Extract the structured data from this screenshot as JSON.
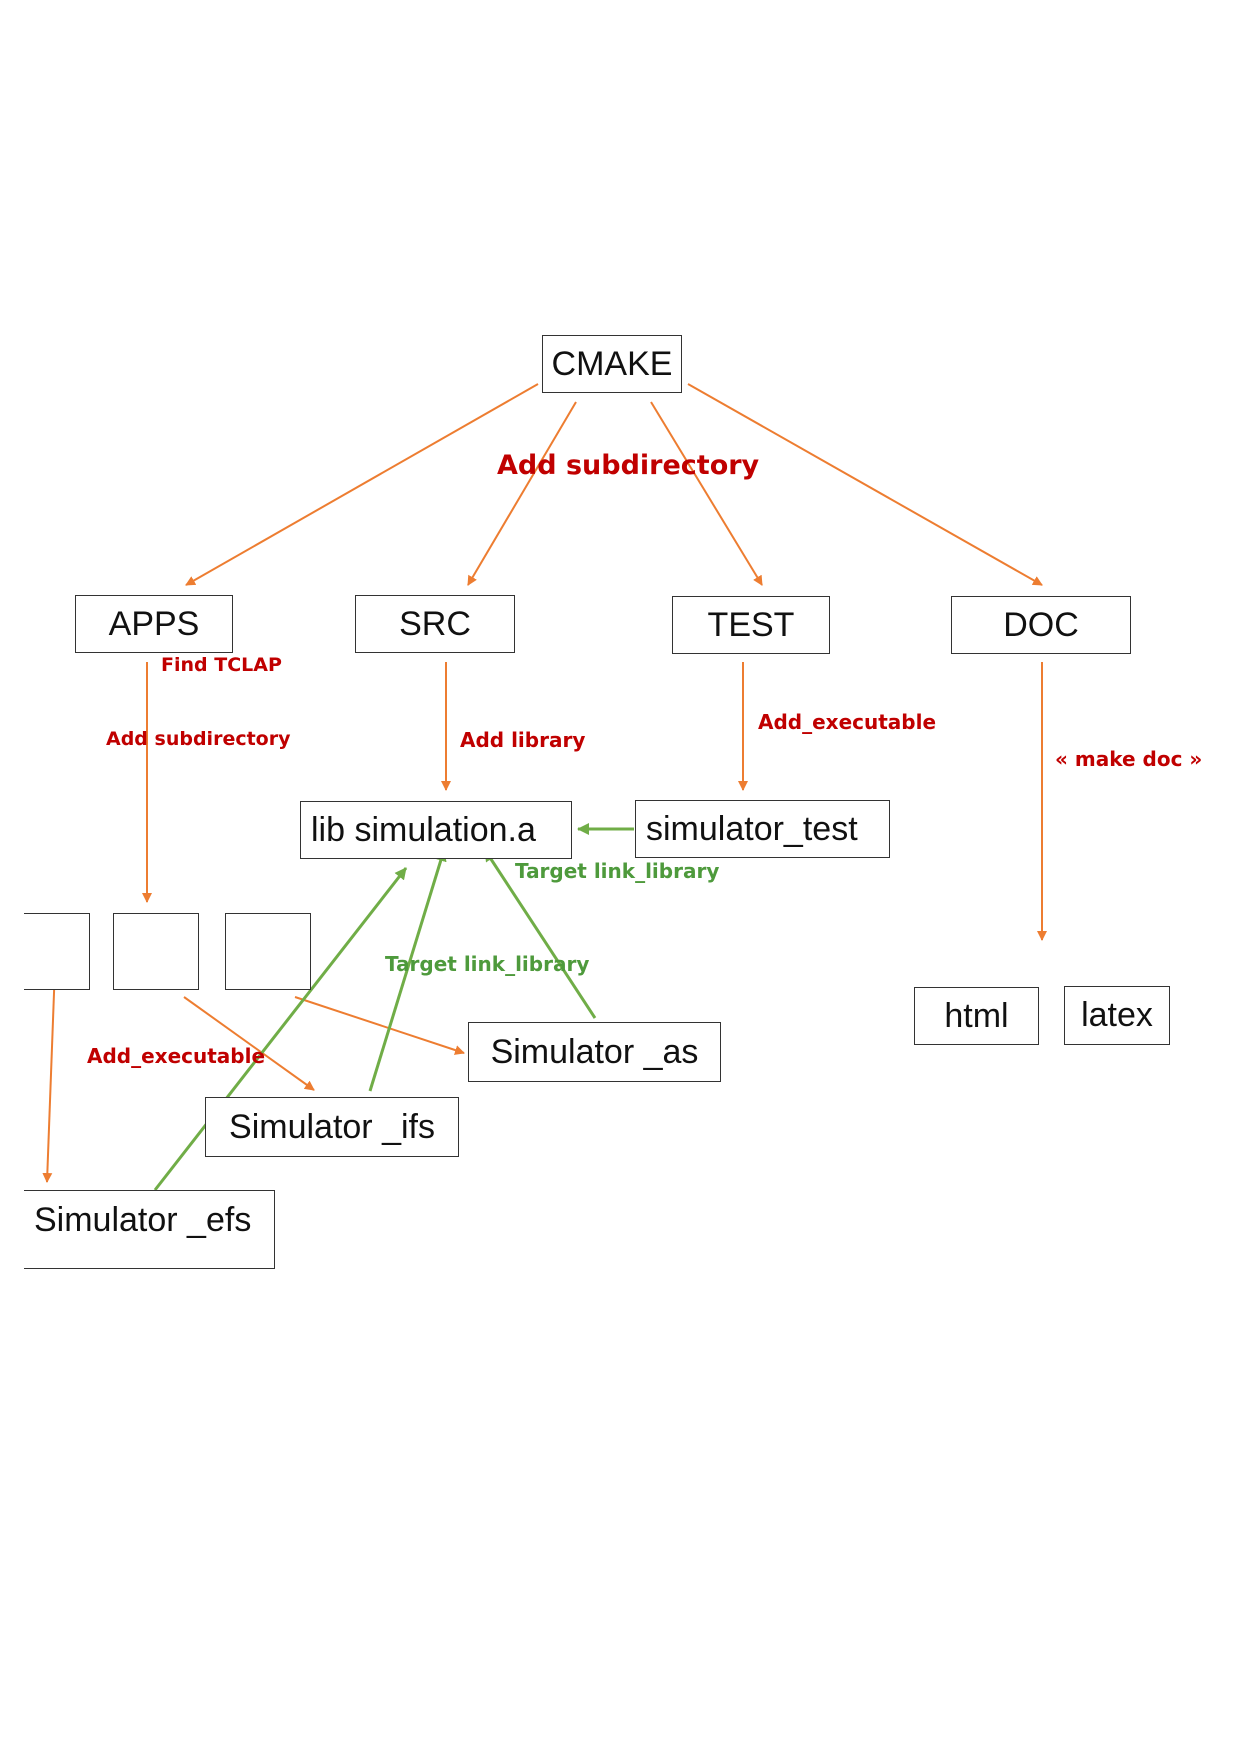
{
  "nodes": {
    "cmake": "CMAKE",
    "apps": "APPS",
    "src": "SRC",
    "test": "TEST",
    "doc": "DOC",
    "lib": "lib simulation.a",
    "sim_test": "simulator_test",
    "sim_as": "Simulator _as",
    "sim_ifs": "Simulator _ifs",
    "sim_efs": "Simulator _efs",
    "html": "html",
    "latex": "latex",
    "box_a": "",
    "box_b": "",
    "box_c": ""
  },
  "labels": {
    "add_subdirectory_main": "Add subdirectory",
    "find_tclap": "Find TCLAP",
    "add_subdirectory_apps": "Add subdirectory",
    "add_library": "Add library",
    "add_executable_test": "Add_executable",
    "make_doc": "« make doc »",
    "target_link_test": "Target link_library",
    "target_link_apps": "Target link_library",
    "add_executable_apps": "Add_executable"
  },
  "colors": {
    "orange_arrow": "#ed7d31",
    "green_arrow": "#70ad47",
    "red_label": "#c00000",
    "green_label": "#4e9a3c",
    "box_border": "#333333"
  }
}
